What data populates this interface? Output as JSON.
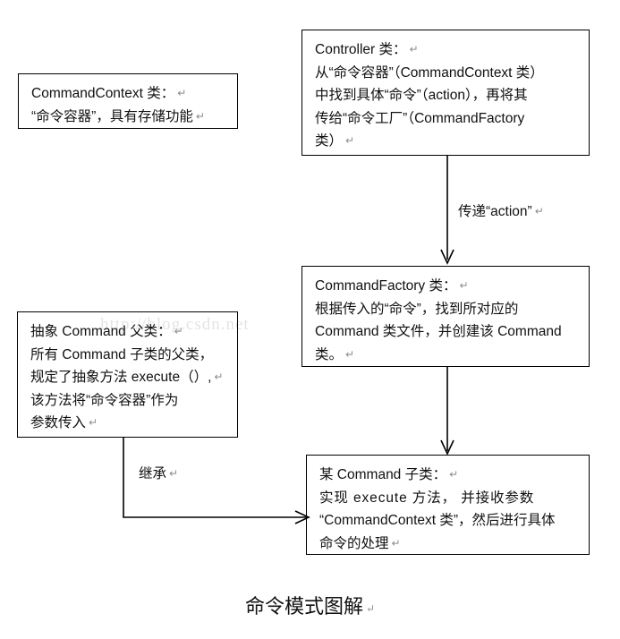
{
  "diagram": {
    "caption": "命令模式图解",
    "caption_mark": "↵",
    "watermark": "http://blog.csdn.net",
    "edit_mark": "↵",
    "colors": {
      "background": "#ffffff",
      "box_border": "#000000",
      "text": "#111111",
      "connector": "#000000",
      "pilcrow": "#8c8c8c",
      "watermark": "#e4e4e4"
    }
  },
  "nodes": [
    {
      "id": "command-context",
      "title": "CommandContext 类：",
      "lines": [
        "CommandContext 类：",
        "“命令容器”，具有存储功能"
      ]
    },
    {
      "id": "controller",
      "title": "Controller 类：",
      "lines": [
        "Controller 类：",
        "从“命令容器”（CommandContext 类）",
        "中找到具体“命令”（action），再将其",
        "传给“命令工厂”（CommandFactory",
        "类）"
      ]
    },
    {
      "id": "command-factory",
      "title": "CommandFactory 类：",
      "lines": [
        "CommandFactory 类：",
        "根据传入的“命令”，找到所对应的",
        "Command 类文件，并创建该 Command",
        "类。"
      ]
    },
    {
      "id": "abstract-command",
      "title": "抽象 Command 父类：",
      "lines": [
        "抽象 Command 父类：",
        "所有 Command 子类的父类，",
        "规定了抽象方法 execute（）,",
        "该方法将“命令容器”作为",
        "参数传入"
      ]
    },
    {
      "id": "concrete-command",
      "title": "某 Command 子类：",
      "lines": [
        "某 Command 子类：",
        "实现 execute 方法， 并接收参数",
        "“CommandContext 类”，然后进行具体",
        "命令的处理"
      ]
    }
  ],
  "edges": [
    {
      "id": "controller-to-factory",
      "label": "传递“action”",
      "from": "controller",
      "to": "command-factory"
    },
    {
      "id": "factory-to-concrete",
      "label": "",
      "from": "command-factory",
      "to": "concrete-command"
    },
    {
      "id": "abstract-to-concrete",
      "label": "继承",
      "from": "abstract-command",
      "to": "concrete-command"
    }
  ]
}
